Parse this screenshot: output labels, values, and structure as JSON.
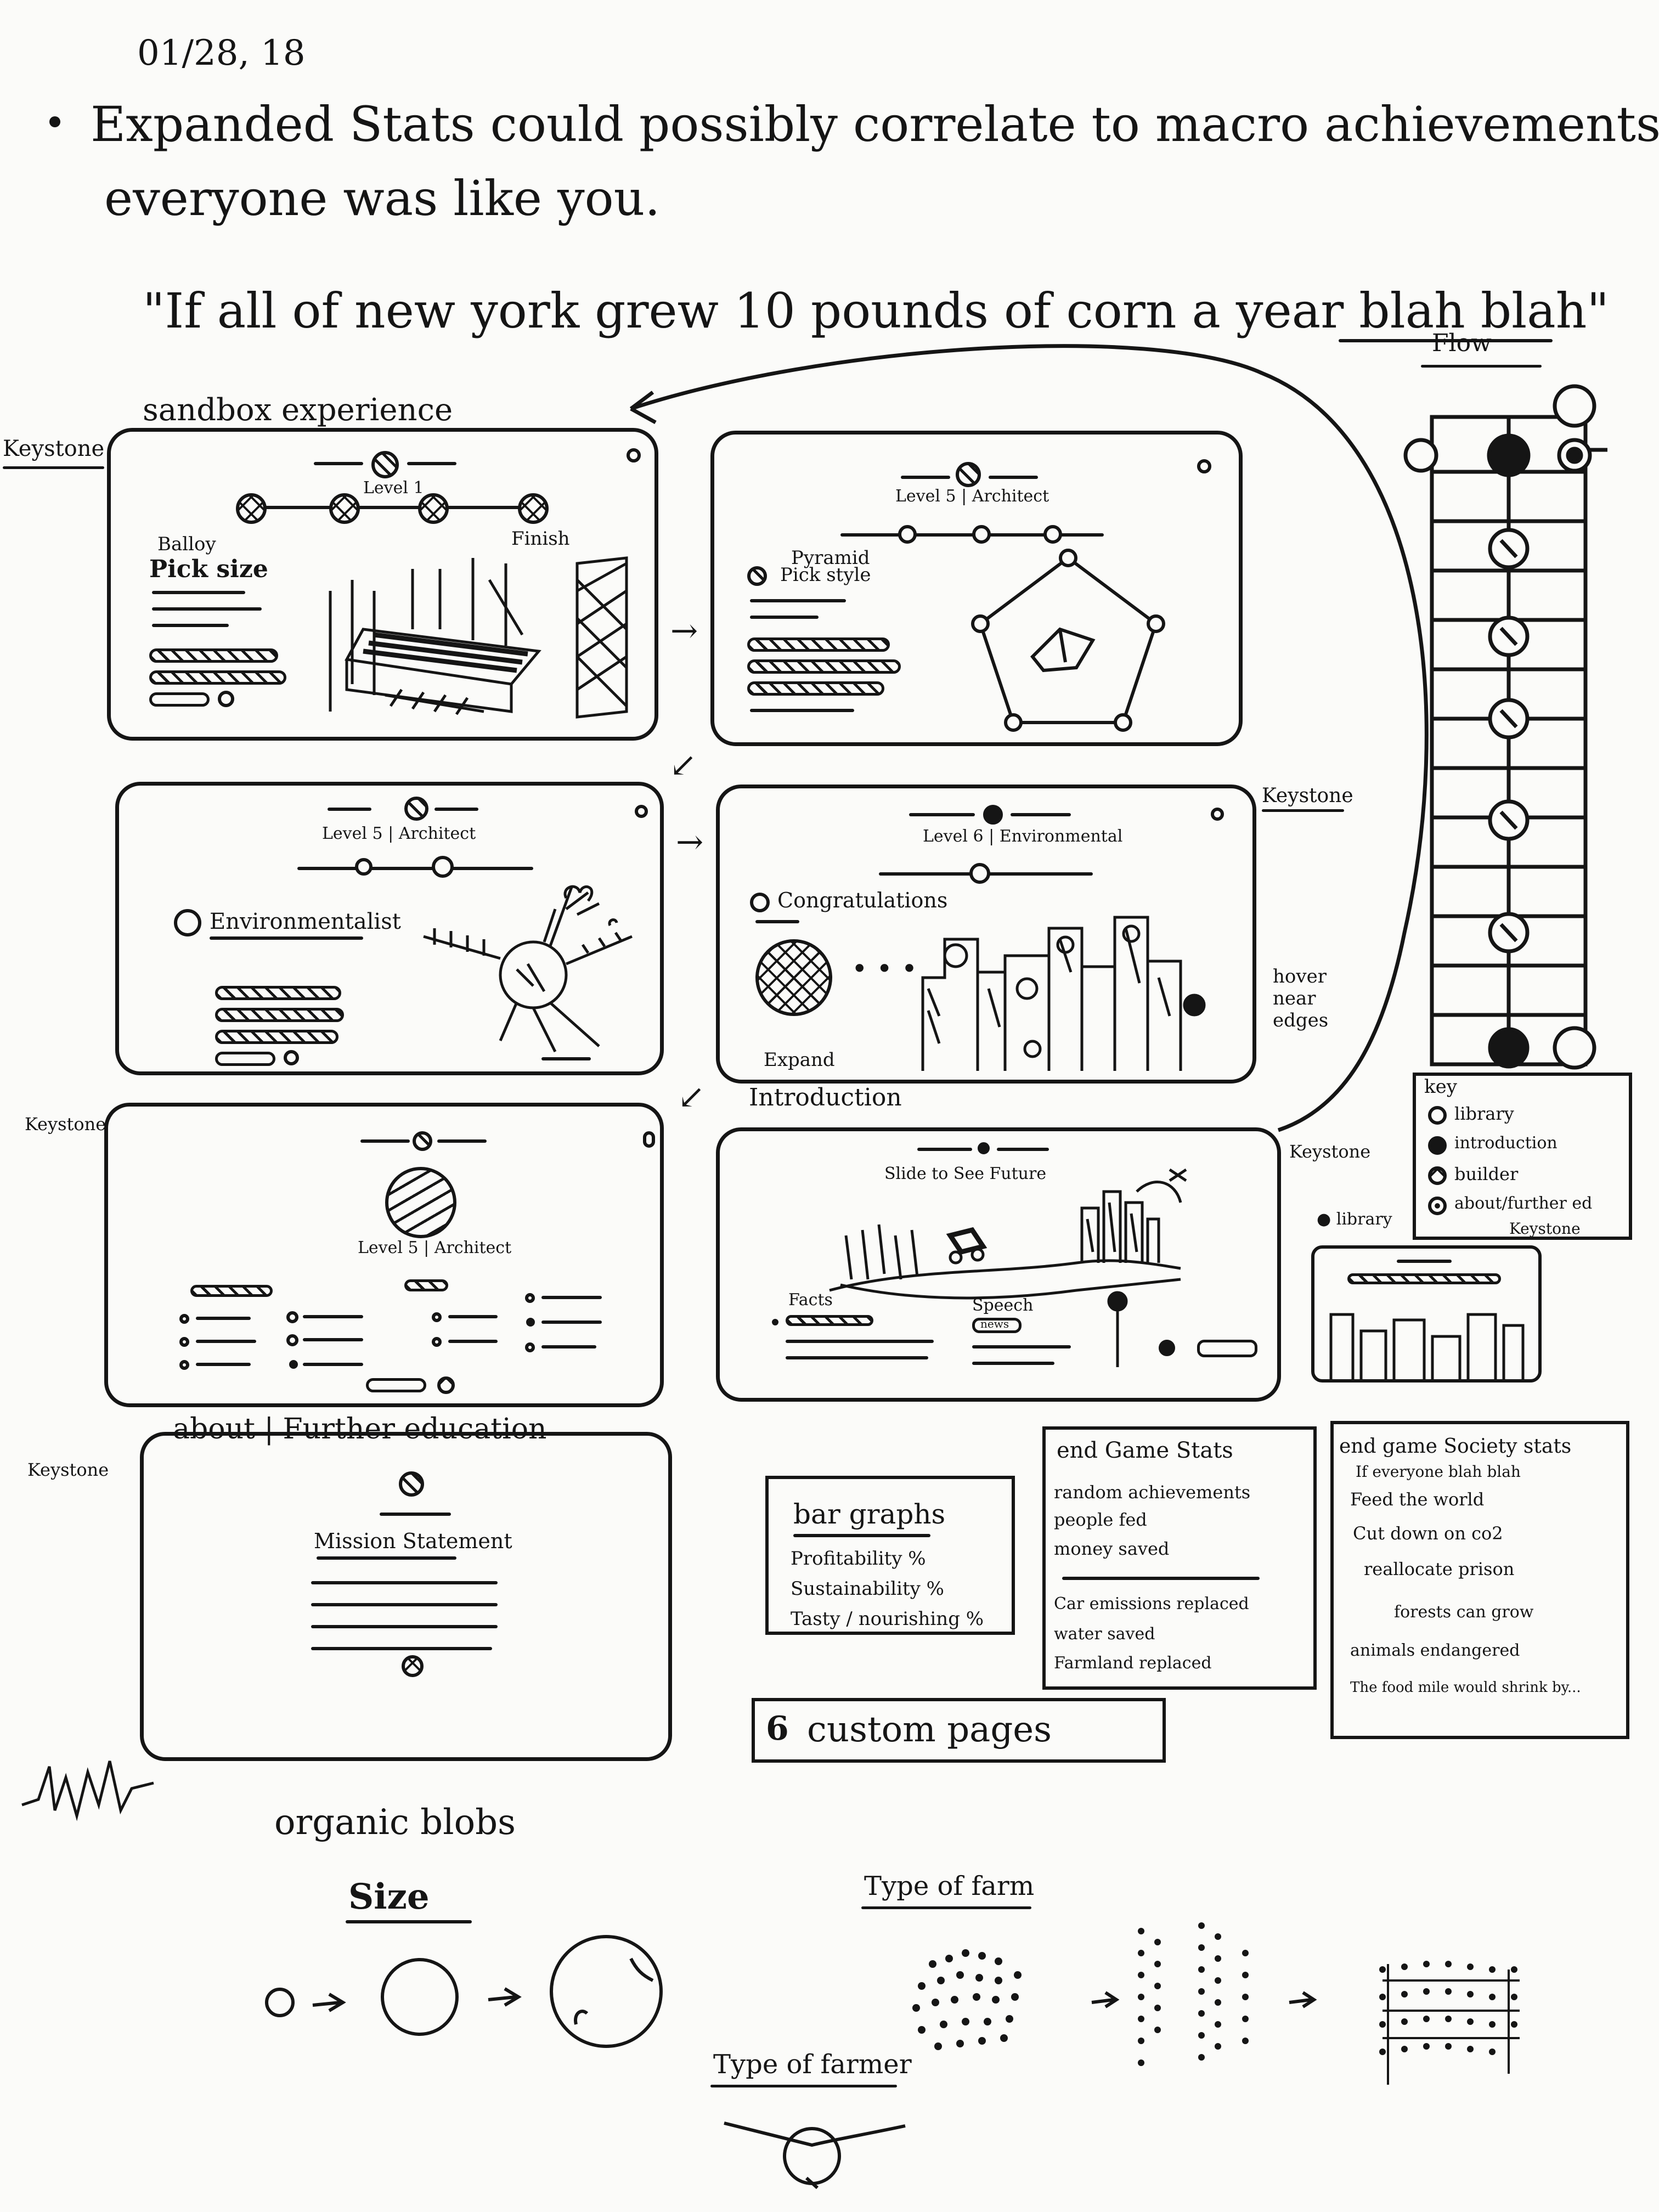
{
  "header": {
    "date": "01/28, 18",
    "note_line1": "Expanded Stats could possibly correlate to macro achievements if",
    "note_line2": "everyone was like you.",
    "quote": "\"If all of new york grew 10 pounds of corn a year blah blah\""
  },
  "flow": {
    "title": "Flow"
  },
  "labels": {
    "sandbox": "sandbox experience",
    "keystone": "Keystone",
    "hover": "hover near edges",
    "introduction": "Introduction",
    "about": "about | Further education",
    "custom_pages": "custom pages",
    "organic_blobs": "organic blobs",
    "size": "Size",
    "type_of_farm": "Type of farm",
    "type_of_farmer": "Type of farmer"
  },
  "screens": {
    "s1": {
      "level": "Level 1",
      "ballot": "Balloy",
      "pick": "Pick size",
      "finish": "Finish"
    },
    "s2": {
      "level": "Level 5 | Architect",
      "pyramid": "Pyramid",
      "pick": "Pick style"
    },
    "s3": {
      "level": "Level 5 | Architect",
      "env": "Environmentalist"
    },
    "s4": {
      "level": "Level 6 | Environmental",
      "congrats": "Congratulations",
      "expand": "Expand"
    },
    "s5": {
      "level": "Level 5 | Architect"
    },
    "s6": {
      "slide": "Slide to See Future",
      "facts": "Facts",
      "speech": "Speech",
      "news": "news"
    },
    "s7": {
      "mission": "Mission Statement"
    }
  },
  "key": {
    "title": "key",
    "items": [
      "library",
      "introduction",
      "builder",
      "about/further ed"
    ],
    "footer": "Keystone"
  },
  "library": {
    "label": "library"
  },
  "bar_graphs": {
    "title": "bar graphs",
    "items": [
      "Profitability %",
      "Sustainability %",
      "Tasty / nourishing %"
    ]
  },
  "end_game": {
    "title": "end Game Stats",
    "items": [
      "random achievements",
      "people fed",
      "money saved",
      "Car emissions replaced",
      "water saved",
      "Farmland replaced"
    ]
  },
  "society": {
    "title": "end game Society stats",
    "items": [
      "If everyone blah blah",
      "Feed the world",
      "Cut down on co2",
      "reallocate prison",
      "forests can grow",
      "animals endangered",
      "The food mile would shrink by..."
    ]
  }
}
